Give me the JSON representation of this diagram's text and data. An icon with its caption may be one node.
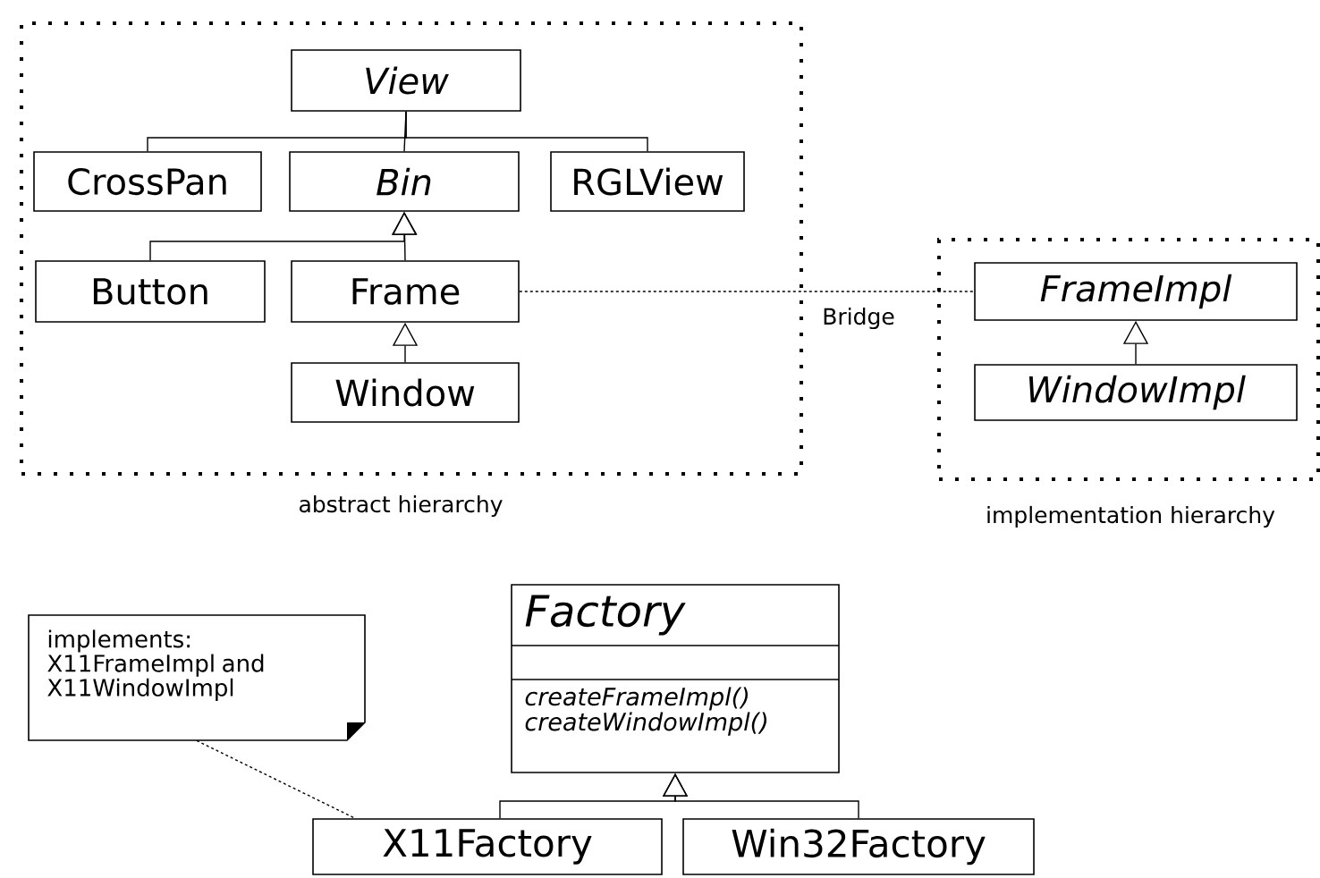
{
  "diagram": {
    "nodes": [
      {
        "text": [
          "abstract hierarchy"
        ]
      },
      {
        "text": [
          "View"
        ],
        "in": 0
      },
      {
        "text": [
          "CrossPan"
        ],
        "in": 0
      },
      {
        "text": [
          "Bin"
        ],
        "in": 0
      },
      {
        "text": [
          "RGLView"
        ],
        "in": 0
      },
      {
        "text": [
          "Button"
        ],
        "in": 0
      },
      {
        "text": [
          "Frame"
        ],
        "in": 0
      },
      {
        "text": [
          "Window"
        ],
        "in": 0
      },
      {
        "text": [
          "implementation hierarchy"
        ]
      },
      {
        "text": [
          "FrameImpl"
        ],
        "in": 8
      },
      {
        "text": [
          "WindowImpl"
        ],
        "in": 8
      },
      {
        "text": [
          "implements: X11FrameImpl and X11WindowImpl"
        ]
      },
      {
        "text": [
          "Factory",
          "createFrameImpl() createWindowImpl()"
        ]
      },
      {
        "text": [
          "X11Factory"
        ]
      },
      {
        "text": [
          "Win32Factory"
        ]
      }
    ],
    "edges": [
      {
        "from": 2,
        "to": 1,
        "arrow": "none"
      },
      {
        "from": 3,
        "to": 1,
        "arrow": "none"
      },
      {
        "from": 4,
        "to": 1,
        "arrow": "none"
      },
      {
        "from": 5,
        "to": 3,
        "arrow": "to"
      },
      {
        "from": 6,
        "to": 3,
        "arrow": "to"
      },
      {
        "from": 7,
        "to": 6,
        "arrow": "to"
      },
      {
        "from": 6,
        "to": 9,
        "arrow": "none",
        "style": "dashed",
        "label": "Bridge"
      },
      {
        "from": 10,
        "to": 9,
        "arrow": "to"
      },
      {
        "from": 11,
        "to": 13,
        "arrow": "none",
        "style": "dashed"
      },
      {
        "from": 13,
        "to": 12,
        "arrow": "to"
      },
      {
        "from": 14,
        "to": 12,
        "arrow": "to"
      }
    ]
  }
}
